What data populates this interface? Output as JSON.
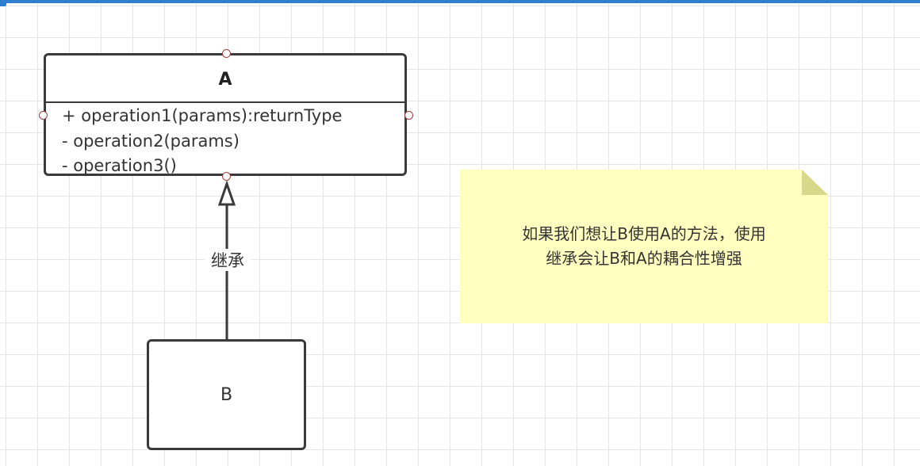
{
  "class_a": {
    "name": "A",
    "methods": [
      "+ operation1(params):returnType",
      "- operation2(params)",
      "- operation3()"
    ]
  },
  "class_b": {
    "name": "B"
  },
  "relationship": {
    "label": "继承"
  },
  "note": {
    "lines": [
      "如果我们想让B使用A的方法，使用",
      "继承会让B和A的耦合性增强"
    ]
  },
  "colors": {
    "selection_blue": "#2f7fd0",
    "port_red": "#a0403c",
    "note_fill": "#ffffc0",
    "note_fold": "#d8d88a",
    "stroke": "#3a3a3a"
  }
}
